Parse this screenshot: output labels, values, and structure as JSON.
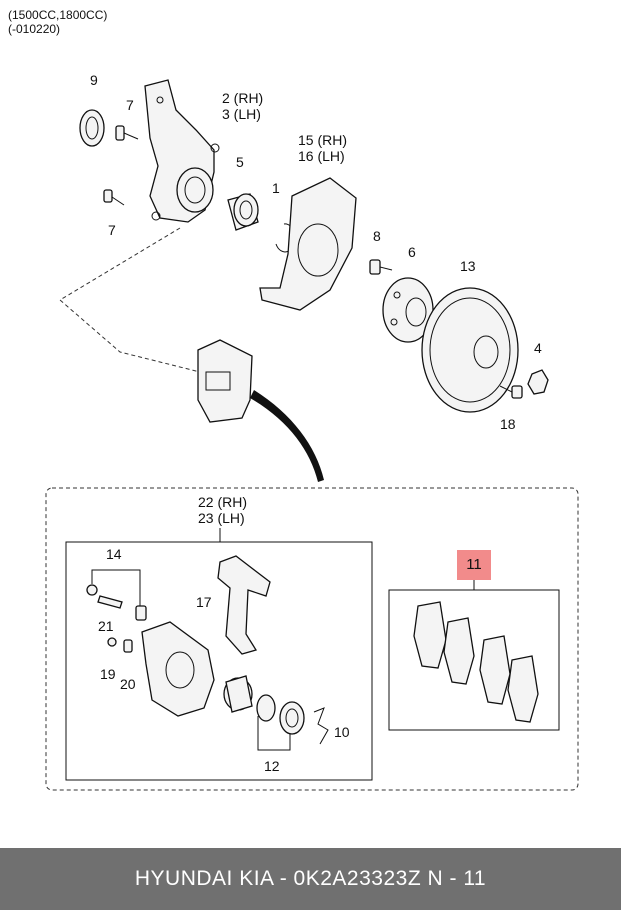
{
  "header": {
    "line1": "(1500CC,1800CC)",
    "line2": "(-010220)"
  },
  "callouts": {
    "c9": "9",
    "c7a": "7",
    "c2": "2 (RH)",
    "c3": "3 (LH)",
    "c5": "5",
    "c1": "1",
    "c7b": "7",
    "c15": "15 (RH)",
    "c16": "16 (LH)",
    "c8": "8",
    "c6": "6",
    "c13": "13",
    "c4": "4",
    "c18": "18",
    "c22": "22 (RH)",
    "c23": "23 (LH)",
    "c14": "14",
    "c17": "17",
    "c21": "21",
    "c19": "19",
    "c20": "20",
    "c10": "10",
    "c12": "12",
    "c11": "11"
  },
  "footer": {
    "text": "HYUNDAI  KIA - 0K2A23323Z     N - 11"
  },
  "colors": {
    "highlight": "#f28b8b",
    "footer_bg": "#707070"
  }
}
